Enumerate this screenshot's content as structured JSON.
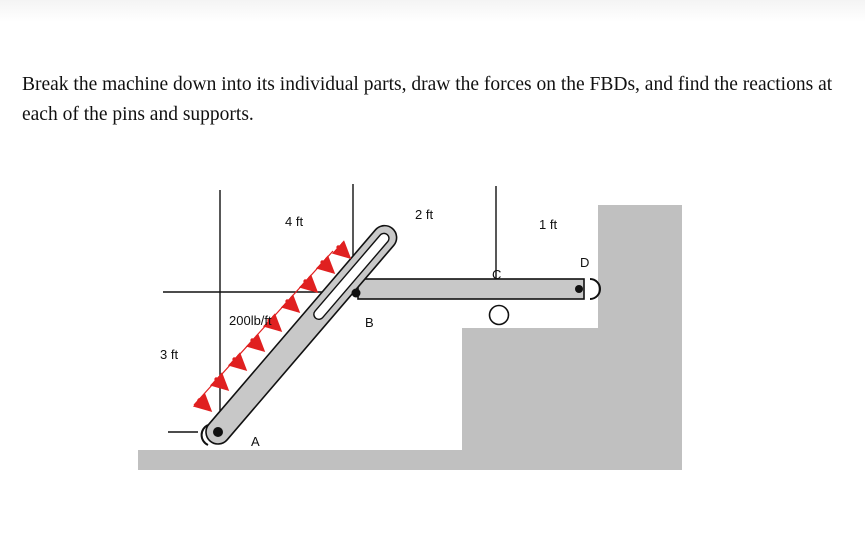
{
  "problem": {
    "statement": "Break the machine down into its individual parts, draw the forces on the FBDs, and find the reactions at each of the pins and supports."
  },
  "diagram": {
    "labels": {
      "dim_4ft": "4 ft",
      "dim_2ft": "2 ft",
      "dim_1ft": "1 ft",
      "dim_3ft": "3 ft",
      "load": "200lb/ft",
      "point_a": "A",
      "point_b": "B",
      "point_c": "C",
      "point_d": "D"
    },
    "colors": {
      "member_fill": "#c8c8c8",
      "ground_fill": "#c0c0c0",
      "load_arrow": "#e02020",
      "outline": "#111111"
    }
  }
}
